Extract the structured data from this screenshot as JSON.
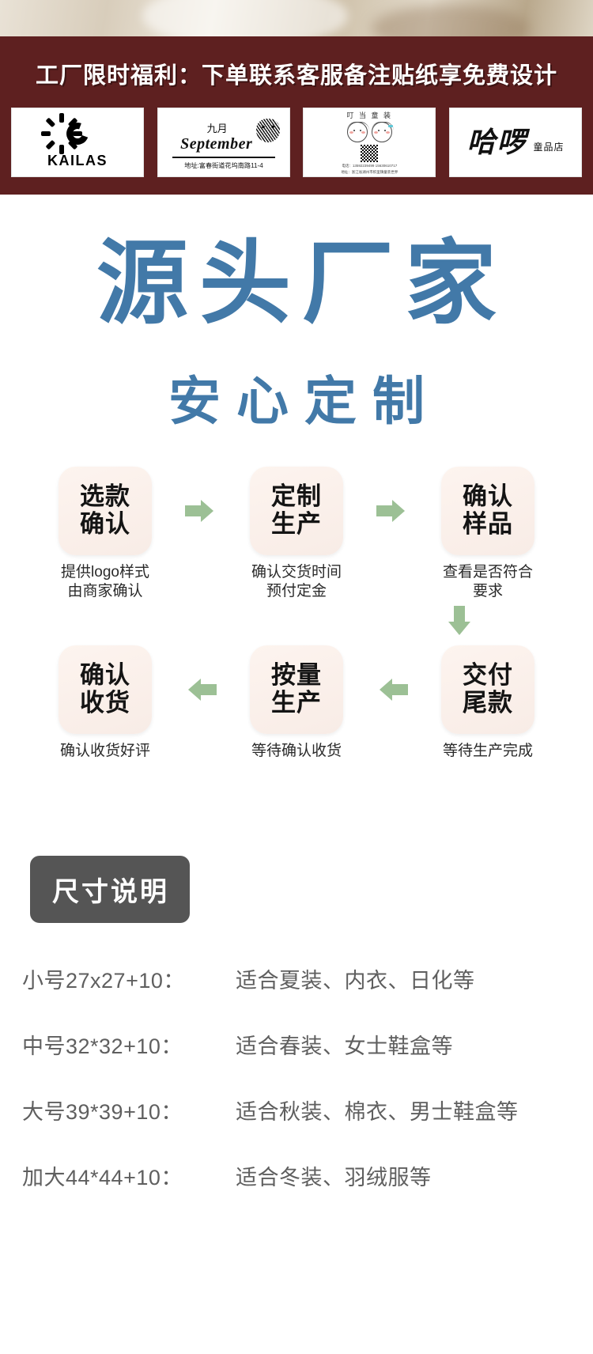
{
  "banner": {
    "title": "工厂限时福利：下单联系客服备注贴纸享免费设计",
    "bg_color": "#5E2020",
    "logos": [
      {
        "name": "KAILAS",
        "icon": "sun-icon",
        "brand_text": "KAILAS"
      },
      {
        "name": "九月 September",
        "cn": "九月",
        "en": "September",
        "icon": "fox-icon",
        "address": "地址:富春街道花坞南路11-4"
      },
      {
        "name": "叮当童装",
        "title": "叮 当 童 装",
        "icon": "kids-faces-icon",
        "qr": "qr-code-icon",
        "contact_line": "电话：13592239499 15630610717",
        "address_line": "地址：浙江省湖州市织里镇童装世界"
      },
      {
        "name": "哈啰童品店",
        "main": "哈啰",
        "sub": "童品店"
      }
    ]
  },
  "hero": {
    "headline": "源头厂家",
    "subheadline": "安心定制",
    "accent_color": "#4279A8"
  },
  "flow": {
    "box_color": "#FBF0EA",
    "arrow_color": "#9CC095",
    "row1": [
      {
        "box": "选款\n确认",
        "line1": "选款",
        "line2": "确认",
        "caption": "提供logo样式\n由商家确认"
      },
      {
        "box": "定制\n生产",
        "line1": "定制",
        "line2": "生产",
        "caption": "确认交货时间\n预付定金"
      },
      {
        "box": "确认\n样品",
        "line1": "确认",
        "line2": "样品",
        "caption": "查看是否符合\n要求"
      }
    ],
    "row2": [
      {
        "box": "确认\n收货",
        "line1": "确认",
        "line2": "收货",
        "caption": "确认收货好评"
      },
      {
        "box": "按量\n生产",
        "line1": "按量",
        "line2": "生产",
        "caption": "等待确认收货"
      },
      {
        "box": "交付\n尾款",
        "line1": "交付",
        "line2": "尾款",
        "caption": "等待生产完成"
      }
    ],
    "arrows": {
      "right": "arrow-right-icon",
      "left": "arrow-left-icon",
      "down": "arrow-down-icon"
    }
  },
  "size_section": {
    "badge": "尺寸说明",
    "badge_color": "#555555",
    "rows": [
      {
        "label": "小号27x27+10：",
        "desc": "适合夏装、内衣、日化等"
      },
      {
        "label": "中号32*32+10：",
        "desc": "适合春装、女士鞋盒等"
      },
      {
        "label": "大号39*39+10：",
        "desc": "适合秋装、棉衣、男士鞋盒等"
      },
      {
        "label": "加大44*44+10：",
        "desc": "适合冬装、羽绒服等"
      }
    ]
  }
}
